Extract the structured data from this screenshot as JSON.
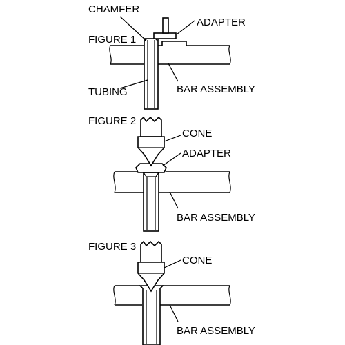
{
  "figure1": {
    "title": "FIGURE 1",
    "chamfer": "CHAMFER",
    "adapter": "ADAPTER",
    "tubing": "TUBING",
    "bar_assembly": "BAR ASSEMBLY"
  },
  "figure2": {
    "title": "FIGURE 2",
    "cone": "CONE",
    "adapter": "ADAPTER",
    "bar_assembly": "BAR ASSEMBLY"
  },
  "figure3": {
    "title": "FIGURE 3",
    "cone": "CONE",
    "bar_assembly": "BAR ASSEMBLY"
  }
}
